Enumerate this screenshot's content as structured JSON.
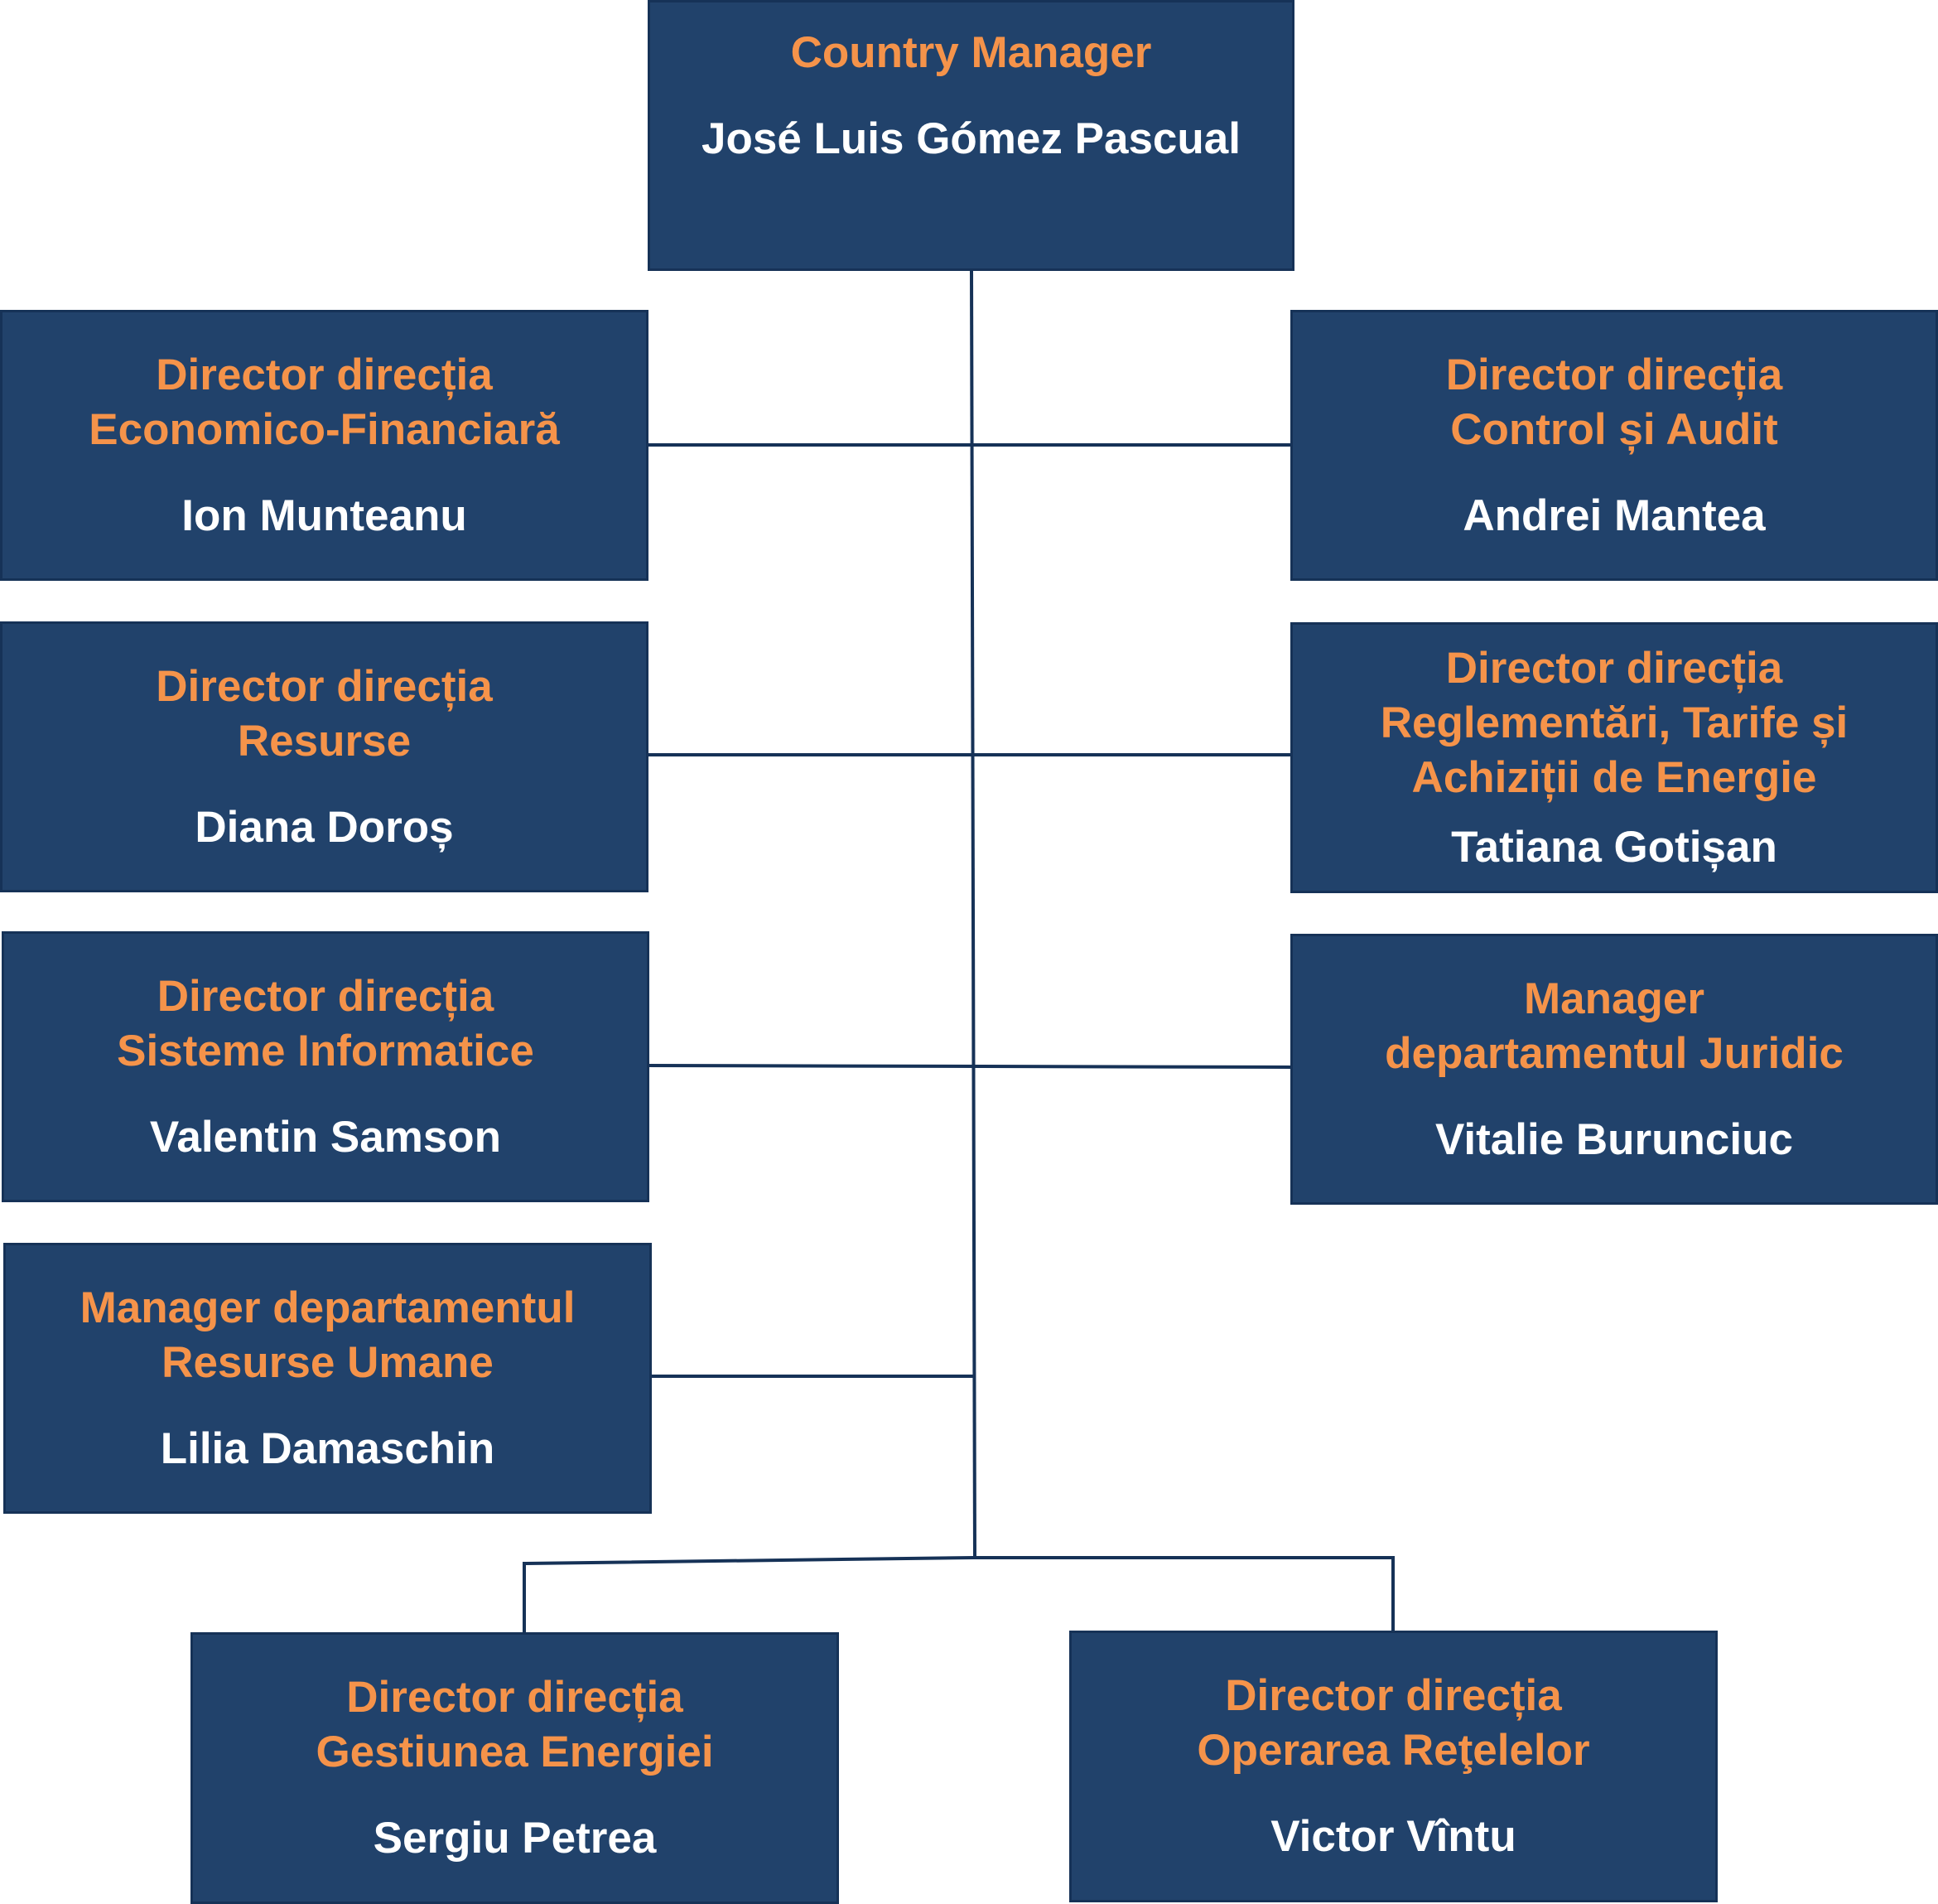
{
  "org": {
    "top": {
      "role": [
        "Country Manager"
      ],
      "name": "José Luis Gómez Pascual"
    },
    "left": [
      {
        "role": [
          "Director direcția",
          "Economico-Financiară"
        ],
        "name": "Ion Munteanu"
      },
      {
        "role": [
          "Director direcția",
          "Resurse"
        ],
        "name": "Diana Doroș"
      },
      {
        "role": [
          "Director direcția",
          "Sisteme Informatice"
        ],
        "name": "Valentin Samson"
      },
      {
        "role": [
          "Manager departamentul",
          "Resurse Umane"
        ],
        "name": "Lilia Damaschin"
      }
    ],
    "right": [
      {
        "role": [
          "Director direcția",
          "Control și Audit"
        ],
        "name": "Andrei Mantea"
      },
      {
        "role": [
          "Director direcția",
          "Reglementări, Tarife și",
          "Achiziții de Energie"
        ],
        "name": "Tatiana Gotișan"
      },
      {
        "role": [
          "Manager",
          "departamentul Juridic"
        ],
        "name": "Vitalie Burunciuc"
      }
    ],
    "bottom": [
      {
        "role": [
          "Director direcția",
          "Gestiunea Energiei"
        ],
        "name": "Sergiu Petrea"
      },
      {
        "role": [
          "Director direcția",
          "Operarea Reţelelor"
        ],
        "name": "Victor Vîntu"
      }
    ]
  },
  "colors": {
    "box": "#21426b",
    "border": "#163257",
    "role_text": "#f5934a",
    "name_text": "#ffffff"
  }
}
